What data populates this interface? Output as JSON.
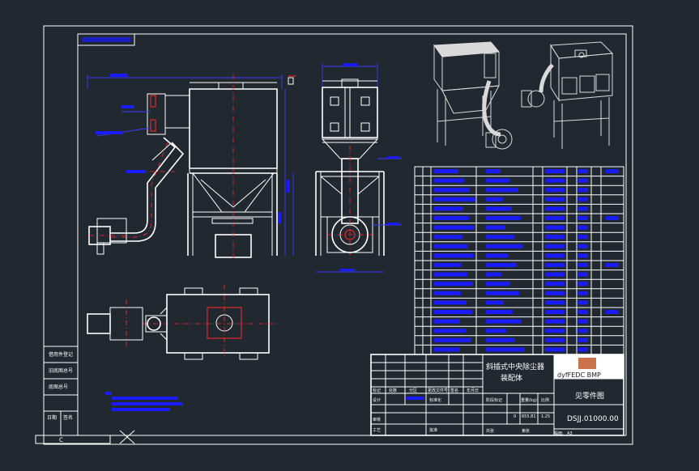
{
  "drawing": {
    "title_line1": "斜插式中央除尘器",
    "title_line2": "装配体",
    "part_number": "DSJJ.01000.00",
    "scale": "1:25",
    "weight": "655.81",
    "sheet_label": "见零件图",
    "logo_text": "dyfFEDC BMP",
    "bottom_tag": "Ｃ",
    "paper_size": "A3"
  },
  "title_block": {
    "row_labels": [
      "标记",
      "处数",
      "分区",
      "更改文件号",
      "签名",
      "年月日"
    ],
    "design_label": "设计",
    "standard_label": "标准化",
    "stage_label": "阶段标记",
    "weight_label": "重量(kg)",
    "scale_label": "比例",
    "audit_label": "审核",
    "process_label": "工艺",
    "approve_label": "批准",
    "sheet_label": "共张",
    "sheet_of_label": "第张"
  },
  "side_tabs": [
    "借用件登记",
    "旧底图总号",
    "底图总号",
    "日期",
    "签名"
  ]
}
